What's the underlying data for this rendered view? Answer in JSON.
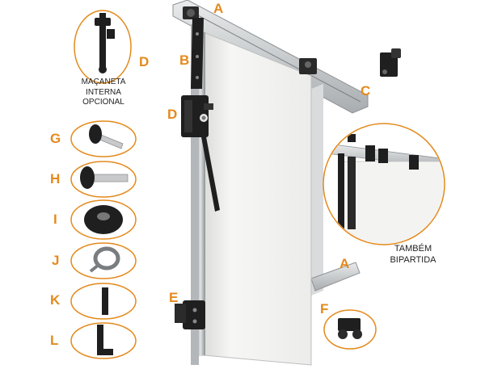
{
  "labels": {
    "a_top": "A",
    "b": "B",
    "c": "C",
    "d_handle": "D",
    "d_latch": "D",
    "g": "G",
    "h": "H",
    "i": "I",
    "j": "J",
    "k": "K",
    "l": "L",
    "a_bottom": "A",
    "e": "E",
    "f": "F"
  },
  "notes": {
    "handle_caption": "MAÇANETA\nINTERNA\nOPCIONAL",
    "bipartida_caption": "TAMBÉM\nBIPARTIDA"
  },
  "colors": {
    "accent": "#e48a1d",
    "hardware": "#1f1f1f",
    "door_panel": "#f4f4f2",
    "rail": "#cfd2d4"
  }
}
